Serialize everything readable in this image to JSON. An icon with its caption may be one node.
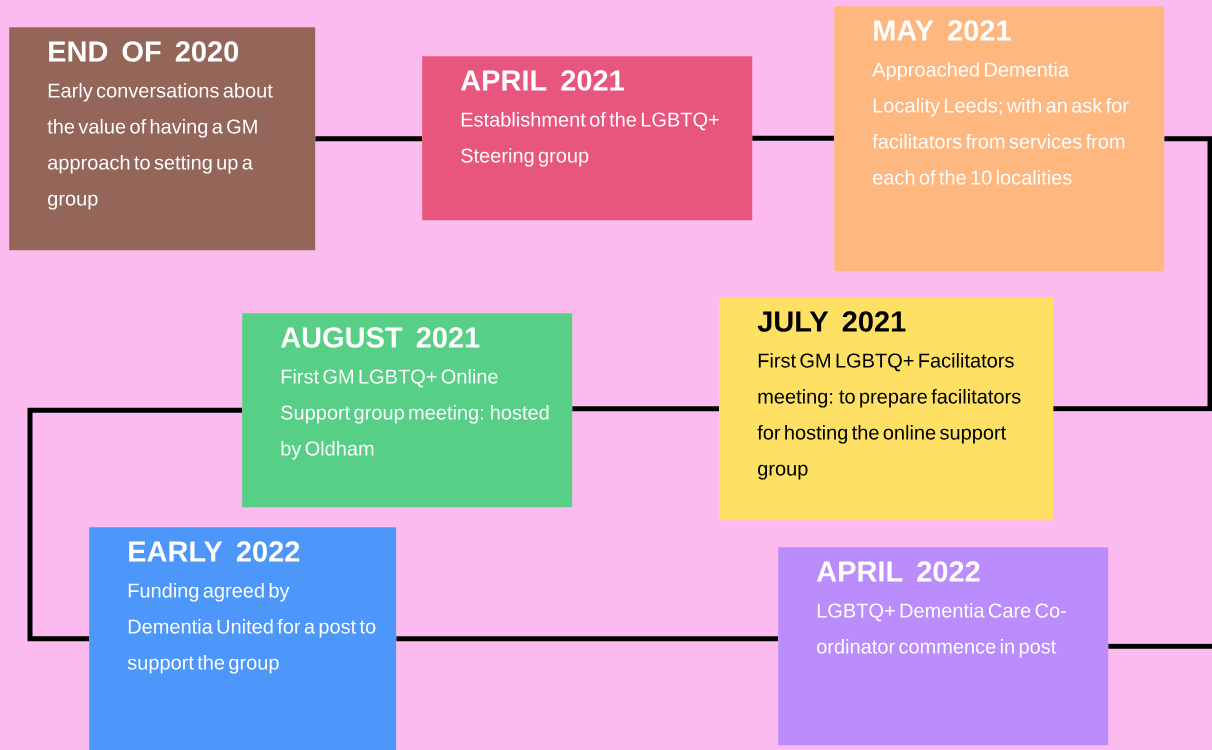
{
  "diagram": {
    "nodes": [
      {
        "text": [
          "END OF 2020",
          "Early conversations about the value of having a GM approach to setting up a group"
        ]
      },
      {
        "text": [
          "APRIL 2021",
          "Establishment of the LGBTQ+ Steering group"
        ]
      },
      {
        "text": [
          "MAY 2021",
          "Approached Dementia Locality Leeds; with an ask for facilitators from services from each of the 10 localities"
        ]
      },
      {
        "text": [
          "JULY 2021",
          "First GM LGBTQ+ Facilitators meeting: to prepare facilitators for hosting the online support group"
        ]
      },
      {
        "text": [
          "AUGUST 2021",
          "First GM LGBTQ+ Online Support group meeting: hosted by Oldham"
        ]
      },
      {
        "text": [
          "EARLY 2022",
          "Funding agreed by Dementia United for a post to support the group"
        ]
      },
      {
        "text": [
          "APRIL 2022",
          "LGBTQ+ Dementia Care Co-ordinator commence in post"
        ]
      }
    ],
    "edges": [
      {
        "from": 0,
        "to": 1,
        "arrow": "none"
      },
      {
        "from": 1,
        "to": 2,
        "arrow": "none"
      },
      {
        "from": 2,
        "to": 3,
        "arrow": "none"
      },
      {
        "from": 3,
        "to": 4,
        "arrow": "none"
      },
      {
        "from": 4,
        "to": 5,
        "arrow": "none"
      },
      {
        "from": 5,
        "to": 6,
        "arrow": "none"
      },
      {
        "from": 6,
        "to": null,
        "arrow": "none"
      }
    ]
  }
}
